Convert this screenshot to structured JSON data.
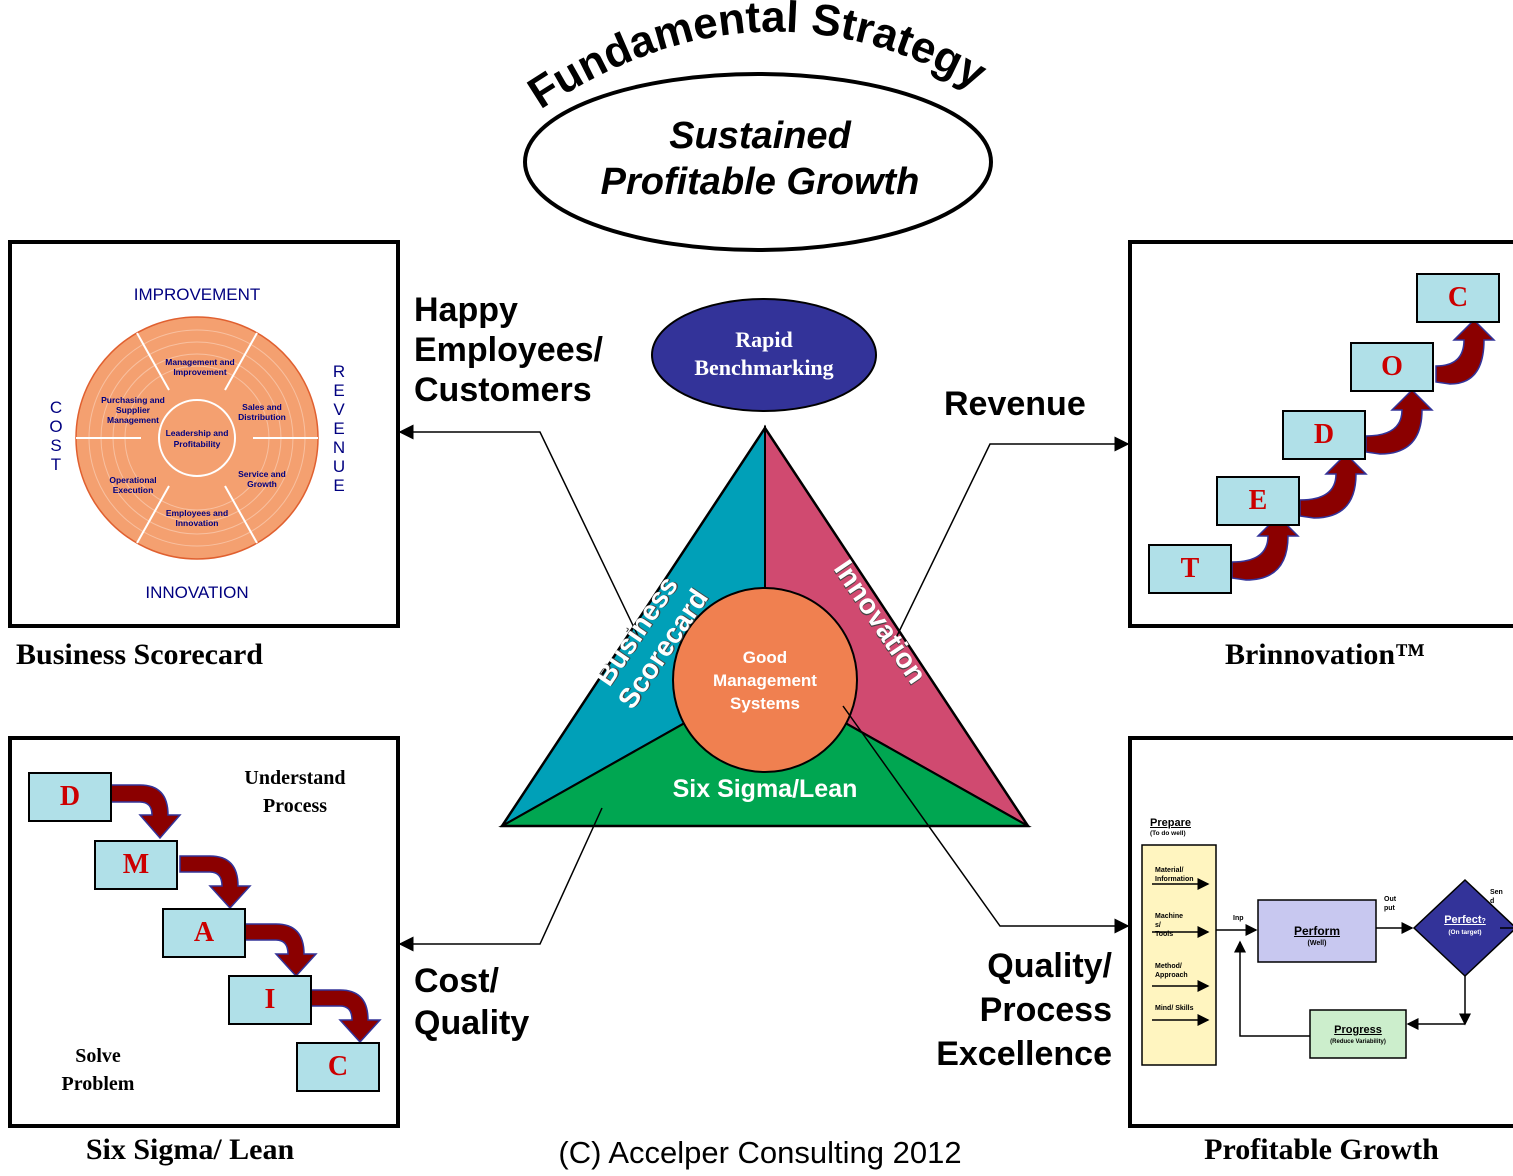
{
  "header": {
    "arc_title": "Fundamental Strategy",
    "goal_line1": "Sustained",
    "goal_line2": "Profitable Growth"
  },
  "center": {
    "benchmark_line1": "Rapid",
    "benchmark_line2": "Benchmarking",
    "left_face": "Business Scorecard",
    "right_face": "Innovation",
    "bottom_face": "Six Sigma/Lean",
    "core_line1": "Good",
    "core_line2": "Management",
    "core_line3": "Systems"
  },
  "connectors": {
    "happy_line1": "Happy",
    "happy_line2": "Employees/",
    "happy_line3": "Customers",
    "revenue": "Revenue",
    "cost_line1": "Cost/",
    "cost_line2": "Quality",
    "quality_line1": "Quality/",
    "quality_line2": "Process",
    "quality_line3": "Excellence"
  },
  "scorecard": {
    "caption": "Business Scorecard",
    "top": "IMPROVEMENT",
    "bottom": "INNOVATION",
    "left": [
      "C",
      "O",
      "S",
      "T"
    ],
    "right": [
      "R",
      "E",
      "V",
      "E",
      "N",
      "U",
      "E"
    ],
    "center_line1": "Leadership and",
    "center_line2": "Profitability",
    "segments": [
      [
        "Management and",
        "Improvement"
      ],
      [
        "Sales and",
        "Distribution"
      ],
      [
        "Service and",
        "Growth"
      ],
      [
        "Employees and",
        "Innovation"
      ],
      [
        "Operational",
        "Execution"
      ],
      [
        "Purchasing and",
        "Supplier",
        "Management"
      ]
    ]
  },
  "brinnovation": {
    "caption": "Brinnovation™",
    "steps": [
      "T",
      "E",
      "D",
      "O",
      "C"
    ]
  },
  "sixsigma": {
    "caption": "Six Sigma/ Lean",
    "steps": [
      "D",
      "M",
      "A",
      "I",
      "C"
    ],
    "understand_line1": "Understand",
    "understand_line2": "Process",
    "solve_line1": "Solve",
    "solve_line2": "Problem"
  },
  "growth": {
    "caption": "Profitable Growth",
    "prepare": "Prepare",
    "prepare_sub": "(To do well)",
    "inputs": [
      [
        "Material/",
        "Information"
      ],
      [
        "Machine",
        "s/",
        "Tools"
      ],
      [
        "Method/",
        "Approach"
      ],
      [
        "Mind/ Skills"
      ]
    ],
    "input_label": "Inp",
    "perform": "Perform",
    "perform_sub": "(Well)",
    "output_line1": "Out",
    "output_line2": "put",
    "perfect": "Perfect",
    "perfect_q": "?",
    "perfect_sub": "(On target)",
    "send_line1": "Sen",
    "send_line2": "d",
    "progress": "Progress",
    "progress_sub": "(Reduce Variability)"
  },
  "footer": {
    "copyright": "(C) Accelper Consulting 2012"
  },
  "colors": {
    "navy": "#333399",
    "teal": "#00A0B8",
    "magenta": "#D04A70",
    "green": "#00A651",
    "orange": "#F08050",
    "step_fill": "#B0E0E8",
    "step_text": "#CC0000",
    "arrow": "#8B0000",
    "cream": "#FFF5C0",
    "lavender": "#C8C8F0",
    "lightgreen": "#CCEECC",
    "scorecard_orange": "#F4A070",
    "scorecard_text": "#000080"
  }
}
